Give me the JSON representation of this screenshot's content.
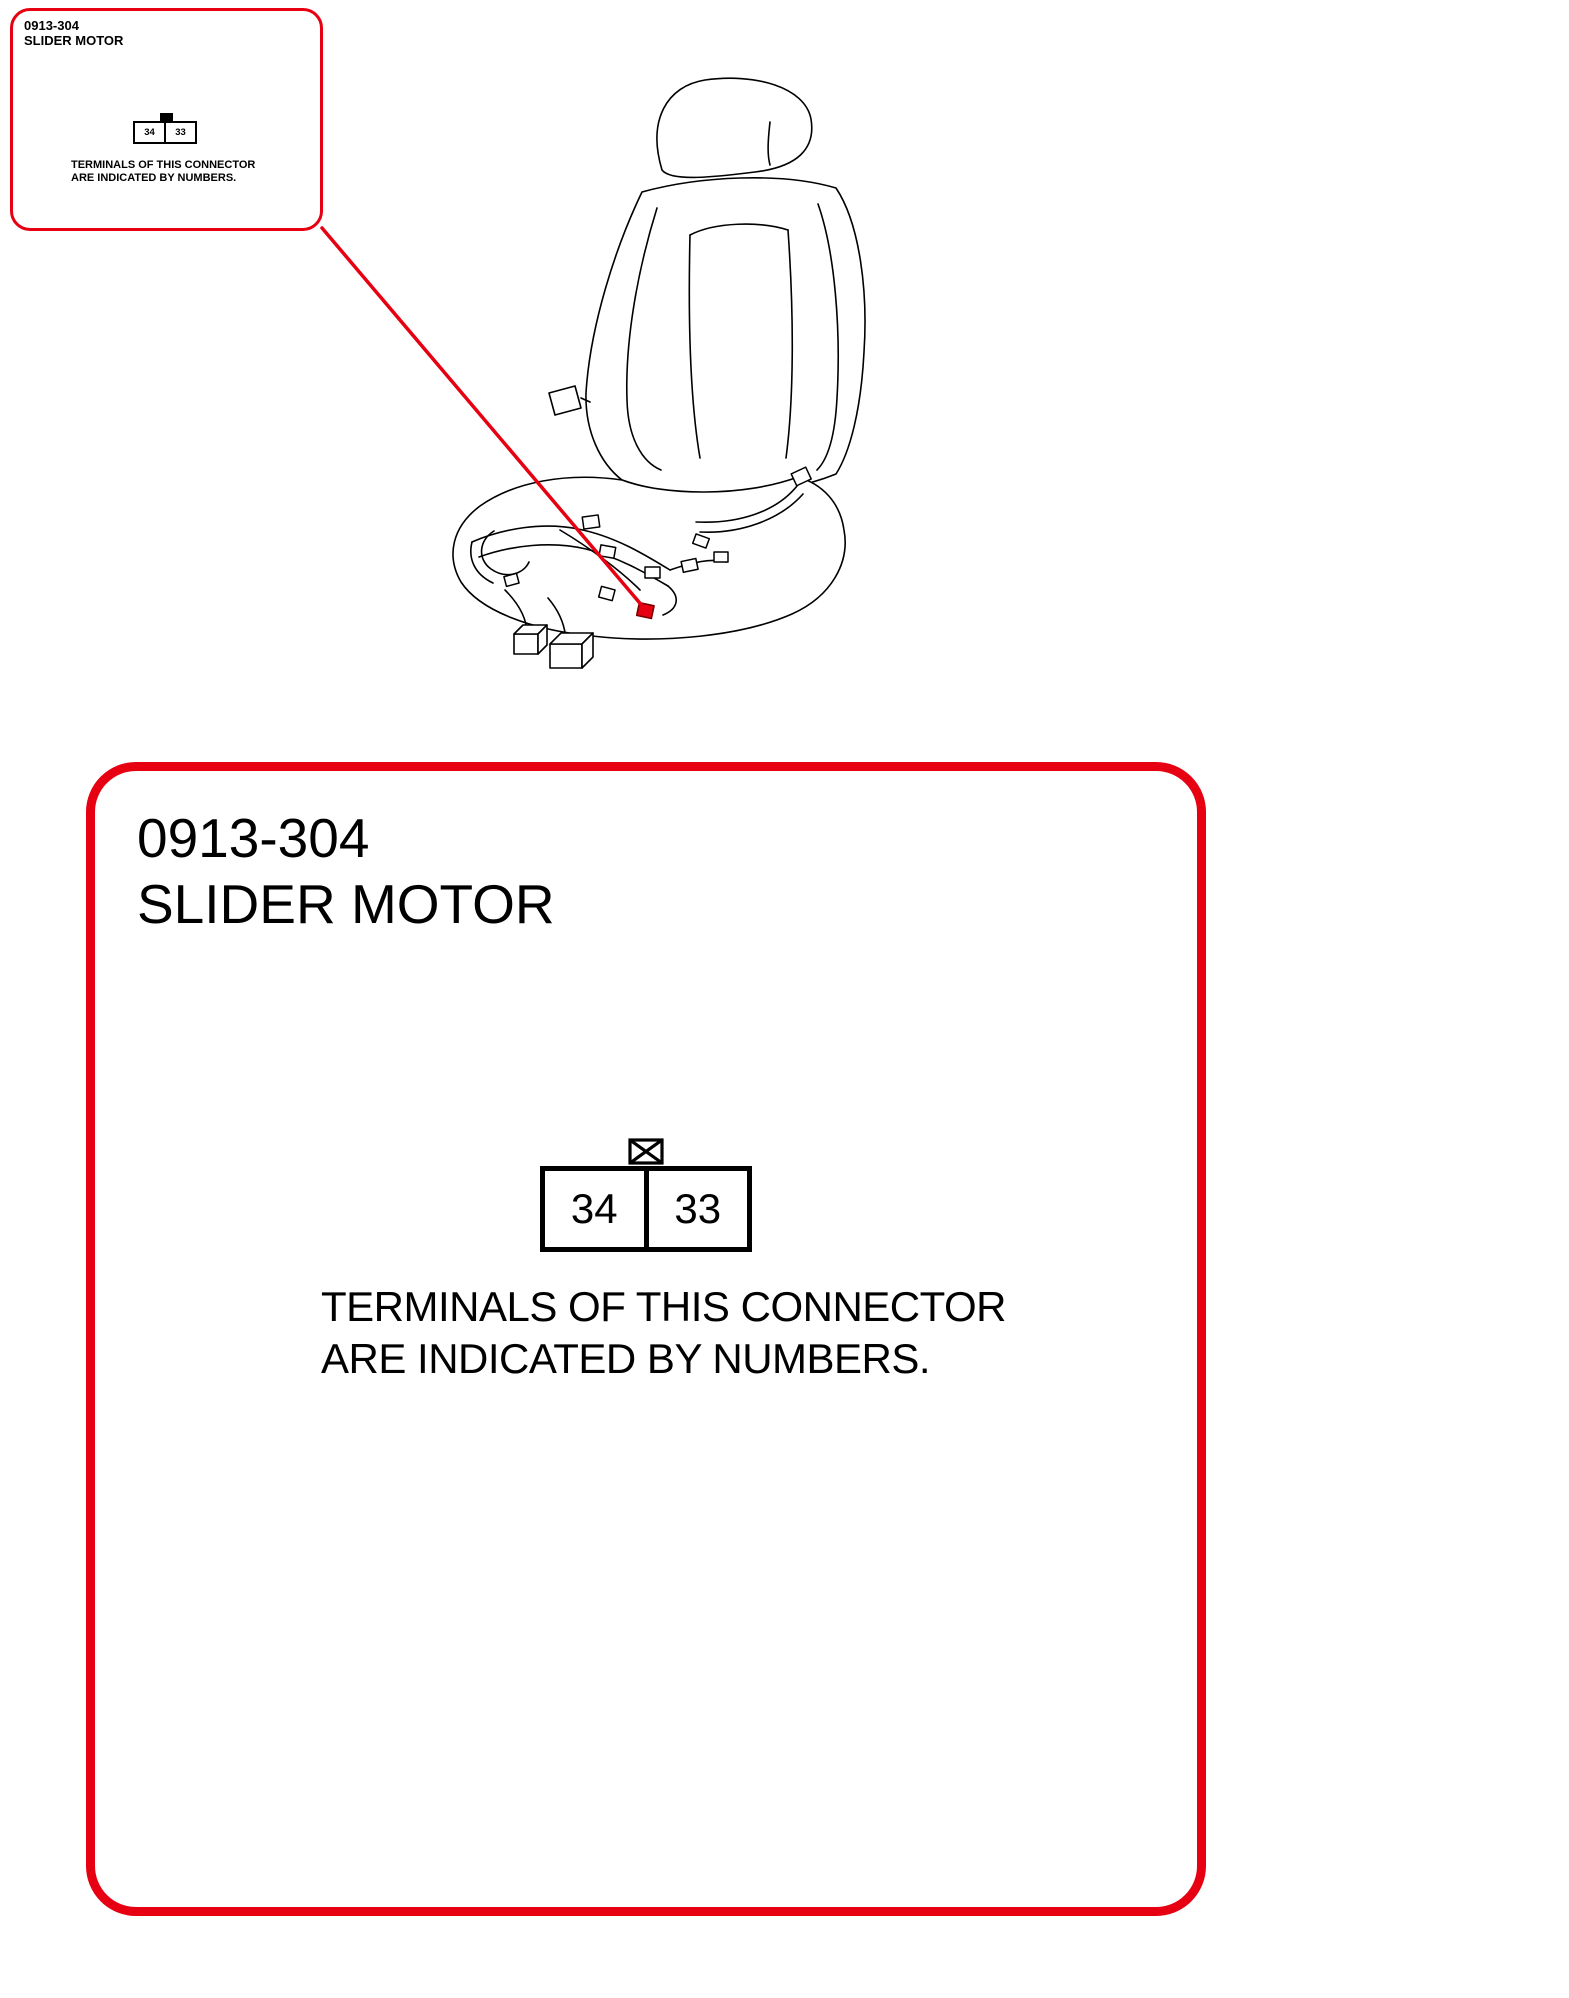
{
  "part": {
    "code": "0913-304",
    "name": "SLIDER MOTOR"
  },
  "connector": {
    "terminals": [
      "34",
      "33"
    ],
    "note_line1": "TERMINALS OF THIS CONNECTOR",
    "note_line2": "ARE INDICATED BY NUMBERS."
  },
  "colors": {
    "highlight": "#e60012",
    "line": "#000000"
  },
  "icons": {
    "terminal_marker": "crossed-box-icon",
    "seat": "car-seat-with-wiring-harness-illustration",
    "pointer": "red-leader-line"
  }
}
